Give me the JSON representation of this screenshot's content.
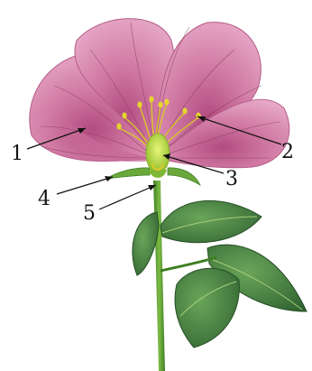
{
  "diagram": {
    "subject": "flower",
    "colors": {
      "petal": "#c96a97",
      "petal_light": "#e9a5c8",
      "petal_vein": "#7d3658",
      "stamen": "#e0d02e",
      "pistil": "#b7d83a",
      "stem": "#5a9a2f",
      "leaf": "#3f7a3a",
      "leaf_light": "#6aa55a",
      "label_line": "#111111"
    },
    "labels": [
      {
        "id": "1",
        "text": "1",
        "part": "petal"
      },
      {
        "id": "2",
        "text": "2",
        "part": "stamen"
      },
      {
        "id": "3",
        "text": "3",
        "part": "pistil"
      },
      {
        "id": "4",
        "text": "4",
        "part": "sepal"
      },
      {
        "id": "5",
        "text": "5",
        "part": "receptacle"
      }
    ]
  }
}
